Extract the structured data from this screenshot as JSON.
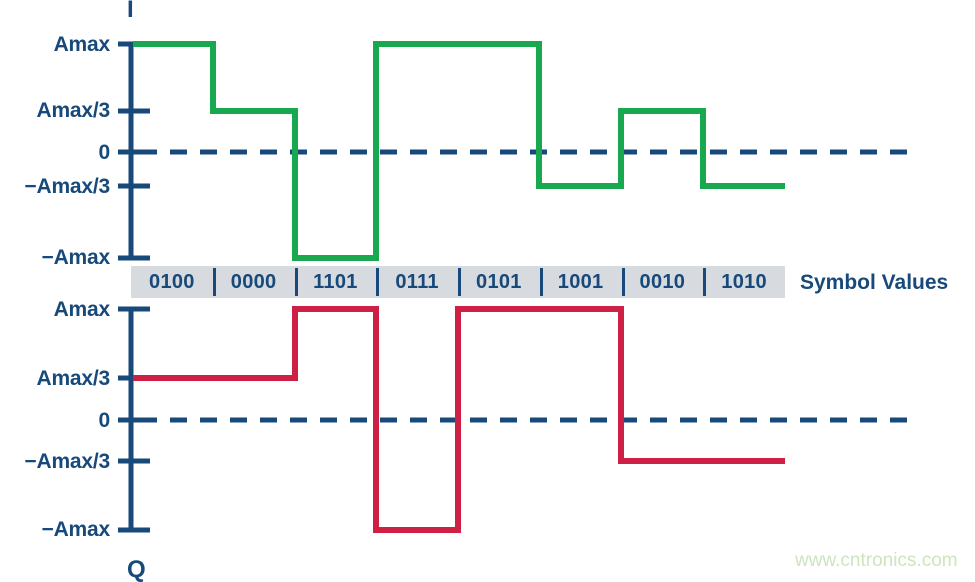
{
  "colors": {
    "navy": "#17497a",
    "i_trace": "#17a850",
    "q_trace": "#ce2044",
    "symbol_strip_bg": "#d7dade",
    "watermark": "#cbe6bd",
    "background": "#ffffff"
  },
  "i_axis": {
    "name": "I",
    "tick_labels": [
      "Amax",
      "Amax/3",
      "0",
      "−Amax/3",
      "−Amax"
    ]
  },
  "q_axis": {
    "name": "Q",
    "tick_labels": [
      "Amax",
      "Amax/3",
      "0",
      "−Amax/3",
      "−Amax"
    ]
  },
  "symbols": {
    "label": "Symbol Values",
    "values": [
      "0100",
      "0000",
      "1101",
      "0111",
      "0101",
      "1001",
      "0010",
      "1010"
    ]
  },
  "watermark": "www.cntronics.com",
  "chart_data": {
    "type": "line",
    "title": "",
    "xlabel": "",
    "ylabel": "",
    "levels": [
      "Amax",
      "Amax/3",
      "0",
      "-Amax/3",
      "-Amax"
    ],
    "level_values": [
      1,
      0.3333,
      0,
      -0.3333,
      -1
    ],
    "categories": [
      "0100",
      "0000",
      "1101",
      "0111",
      "0101",
      "1001",
      "0010",
      "1010"
    ],
    "series": [
      {
        "name": "I",
        "color": "#17a850",
        "step": true,
        "values": [
          "Amax",
          "Amax/3",
          "-Amax",
          "Amax",
          "Amax",
          "-Amax/3",
          "Amax/3",
          "-Amax/3"
        ],
        "numeric_values": [
          1,
          0.3333,
          -1,
          1,
          1,
          -0.3333,
          0.3333,
          -0.3333
        ]
      },
      {
        "name": "Q",
        "color": "#ce2044",
        "step": true,
        "values": [
          "Amax/3",
          "Amax/3",
          "Amax",
          "-Amax",
          "Amax",
          "Amax",
          "-Amax/3",
          "-Amax/3"
        ],
        "numeric_values": [
          0.3333,
          0.3333,
          1,
          -1,
          1,
          1,
          -0.3333,
          -0.3333
        ]
      }
    ],
    "zero_line": "dashed",
    "grid": false,
    "legend": "none"
  }
}
